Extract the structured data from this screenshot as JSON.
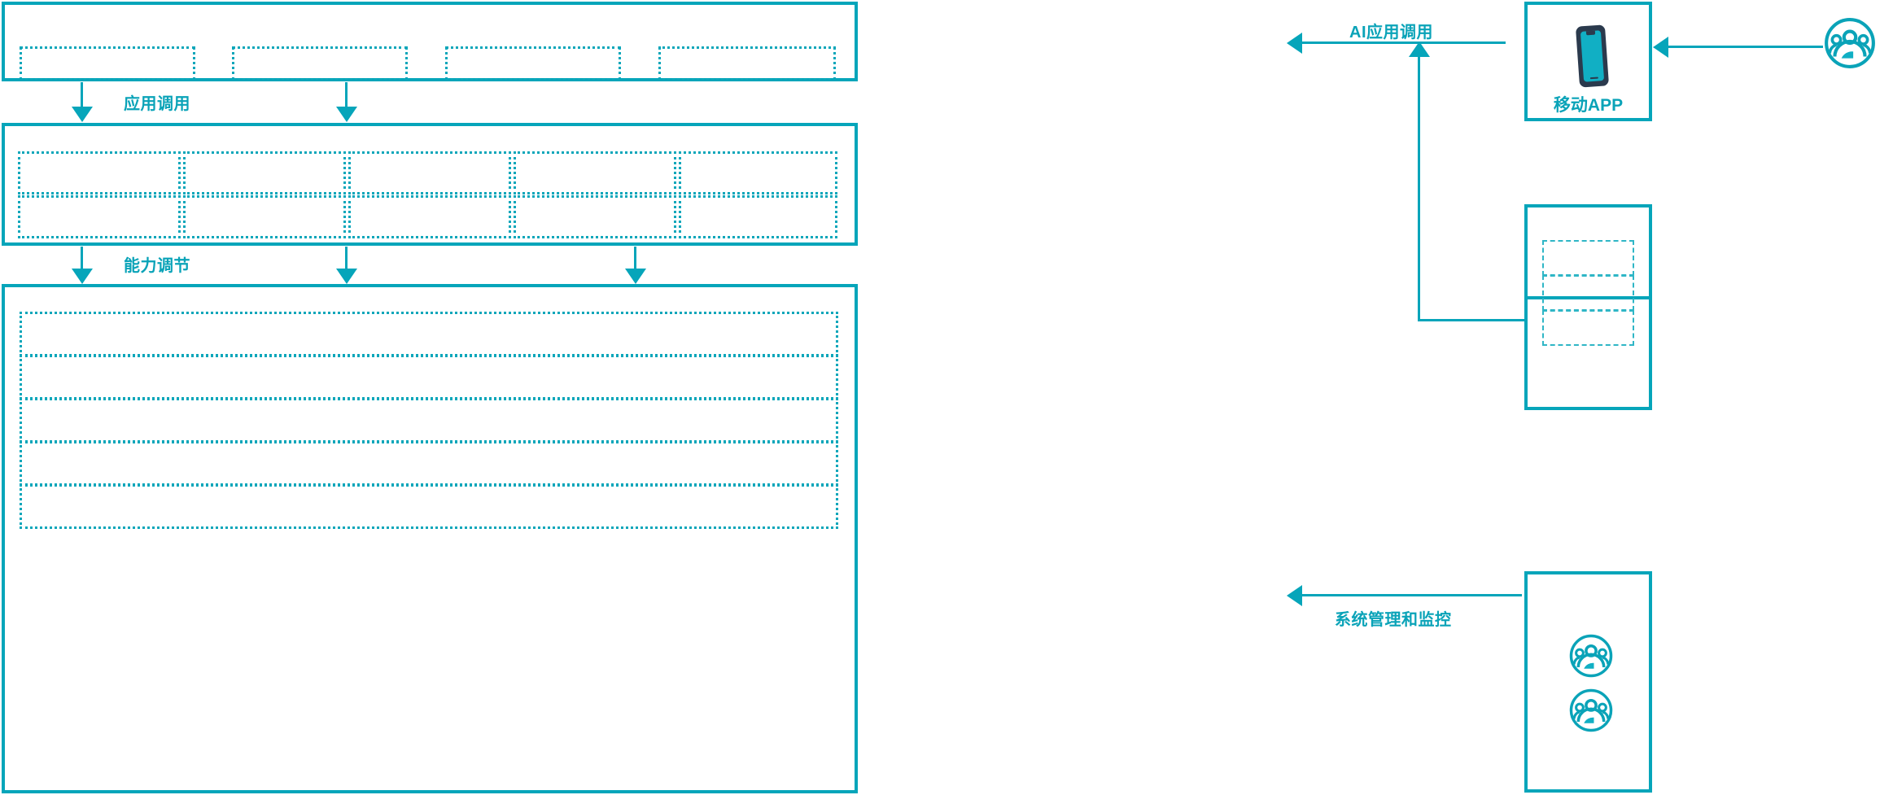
{
  "diagram": {
    "title": "",
    "accent_color": "#06A5BA",
    "accent_light": "#2FB6C6",
    "device_frame_color": "#2B3A4D",
    "device_screen_color": "#11AFC4",
    "background": "#FFFFFF"
  },
  "flow_labels": {
    "app_call": "应用调用",
    "capability_adjust": "能力调节",
    "ai_app_call": "AI应用调用",
    "system_manage_monitor": "系统管理和监控"
  },
  "layers": {
    "application_layer": {
      "name": "application-layer",
      "blocks": [
        {
          "label": ""
        },
        {
          "label": ""
        },
        {
          "label": ""
        },
        {
          "label": ""
        }
      ]
    },
    "capability_layer": {
      "name": "capability-layer",
      "columns": 5,
      "rows": 2,
      "blocks": [
        {
          "label": ""
        },
        {
          "label": ""
        },
        {
          "label": ""
        },
        {
          "label": ""
        },
        {
          "label": ""
        },
        {
          "label": ""
        },
        {
          "label": ""
        },
        {
          "label": ""
        },
        {
          "label": ""
        },
        {
          "label": ""
        }
      ]
    },
    "platform_layer": {
      "name": "platform-layer",
      "blocks": [
        {
          "label": ""
        },
        {
          "label": ""
        },
        {
          "label": ""
        },
        {
          "label": ""
        },
        {
          "label": ""
        }
      ]
    }
  },
  "right_column": {
    "mobile_app_node": {
      "caption": "移动APP",
      "icon": "smartphone-icon"
    },
    "list_node": {
      "caption": "",
      "blocks": [
        {
          "label": ""
        },
        {
          "label": ""
        },
        {
          "label": ""
        }
      ]
    },
    "admin_node": {
      "caption": "",
      "icons": [
        "user-group-icon",
        "user-group-icon"
      ]
    },
    "end_user_icon": "user-group-icon"
  }
}
